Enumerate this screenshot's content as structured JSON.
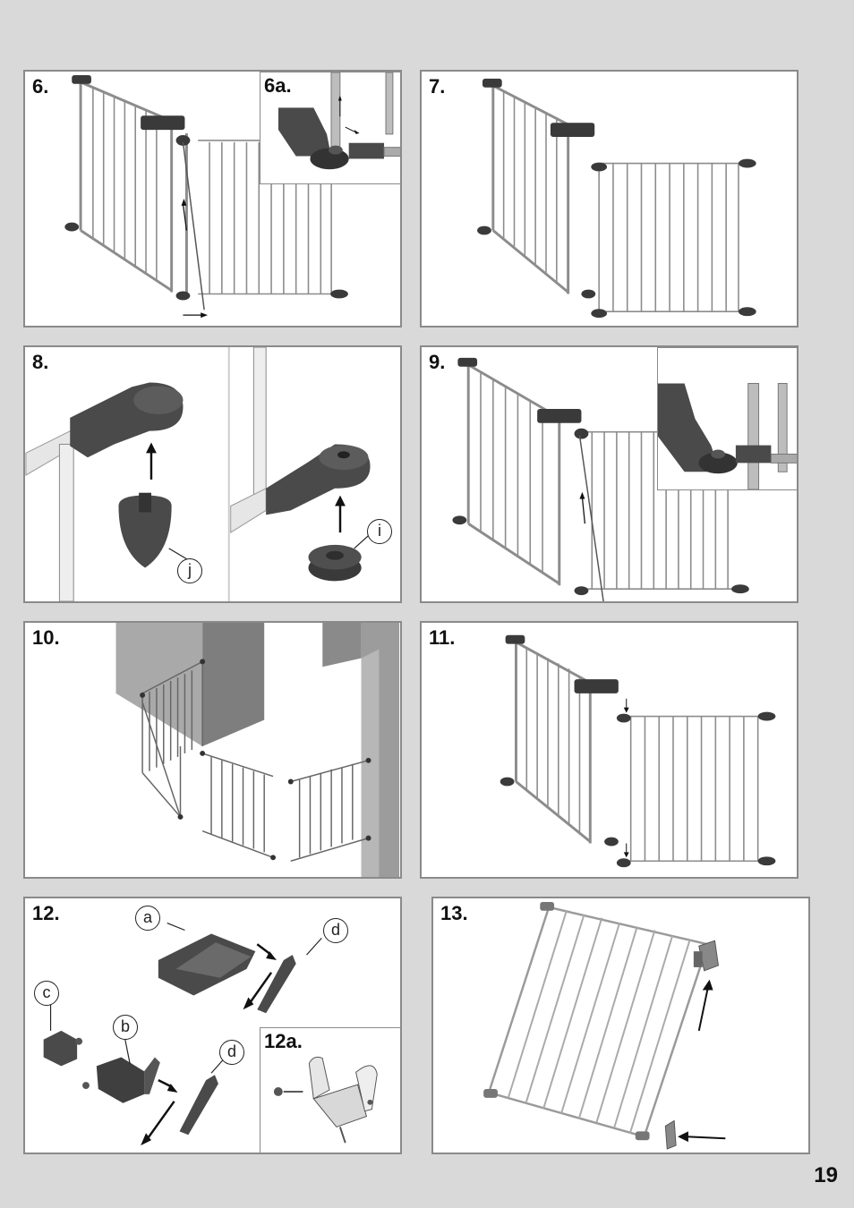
{
  "steps": {
    "s6": "6.",
    "s6a": "6a.",
    "s7": "7.",
    "s8": "8.",
    "s9": "9.",
    "s10": "10.",
    "s11": "11.",
    "s12": "12.",
    "s12a": "12a.",
    "s13": "13."
  },
  "callouts": {
    "j": "j",
    "i": "i",
    "a": "a",
    "b": "b",
    "c": "c",
    "d1": "d",
    "d2": "d"
  },
  "page_number": "19",
  "colors": {
    "page_bg": "#d9d9d9",
    "frame_gray": "#8c8c8c",
    "connector_dark": "#3a3a3a",
    "bar_light": "#a8a8a8"
  }
}
